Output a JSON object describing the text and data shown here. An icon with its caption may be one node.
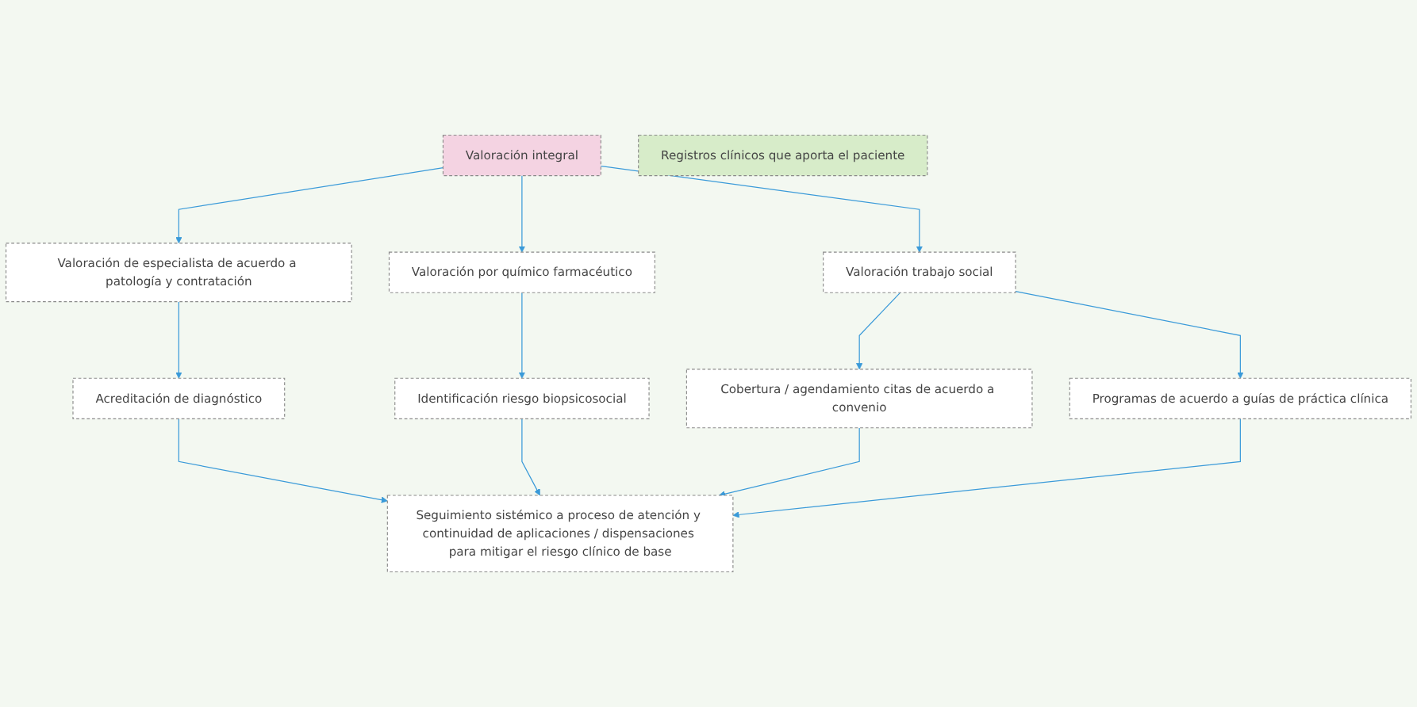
{
  "diagram": {
    "nodes": [
      {
        "text": [
          "Registros clínicos que aporta el paciente"
        ]
      },
      {
        "text": [
          "Valoración integral"
        ]
      },
      {
        "text": [
          "Valoración de especialista de acuerdo a patología y contratación"
        ]
      },
      {
        "text": [
          "Valoración por químico farmacéutico"
        ]
      },
      {
        "text": [
          "Valoración trabajo social"
        ]
      },
      {
        "text": [
          "Acreditación de diagnóstico"
        ]
      },
      {
        "text": [
          "Identificación riesgo biopsicosocial"
        ]
      },
      {
        "text": [
          "Cobertura / agendamiento citas de acuerdo a convenio"
        ]
      },
      {
        "text": [
          "Programas de acuerdo a guías de práctica clínica"
        ]
      },
      {
        "text": [
          "Seguimiento sistémico a proceso de atención y continuidad de aplicaciones / dispensaciones para mitigar el riesgo clínico de base"
        ]
      }
    ],
    "edges": [
      {
        "from": 1,
        "to": 2,
        "arrow": "to"
      },
      {
        "from": 1,
        "to": 3,
        "arrow": "to"
      },
      {
        "from": 1,
        "to": 4,
        "arrow": "to"
      },
      {
        "from": 2,
        "to": 5,
        "arrow": "to"
      },
      {
        "from": 3,
        "to": 6,
        "arrow": "to"
      },
      {
        "from": 4,
        "to": 7,
        "arrow": "to"
      },
      {
        "from": 4,
        "to": 8,
        "arrow": "to"
      },
      {
        "from": 5,
        "to": 9,
        "arrow": "to"
      },
      {
        "from": 6,
        "to": 9,
        "arrow": "to"
      },
      {
        "from": 7,
        "to": 9,
        "arrow": "to"
      },
      {
        "from": 8,
        "to": 9,
        "arrow": "to"
      }
    ]
  }
}
